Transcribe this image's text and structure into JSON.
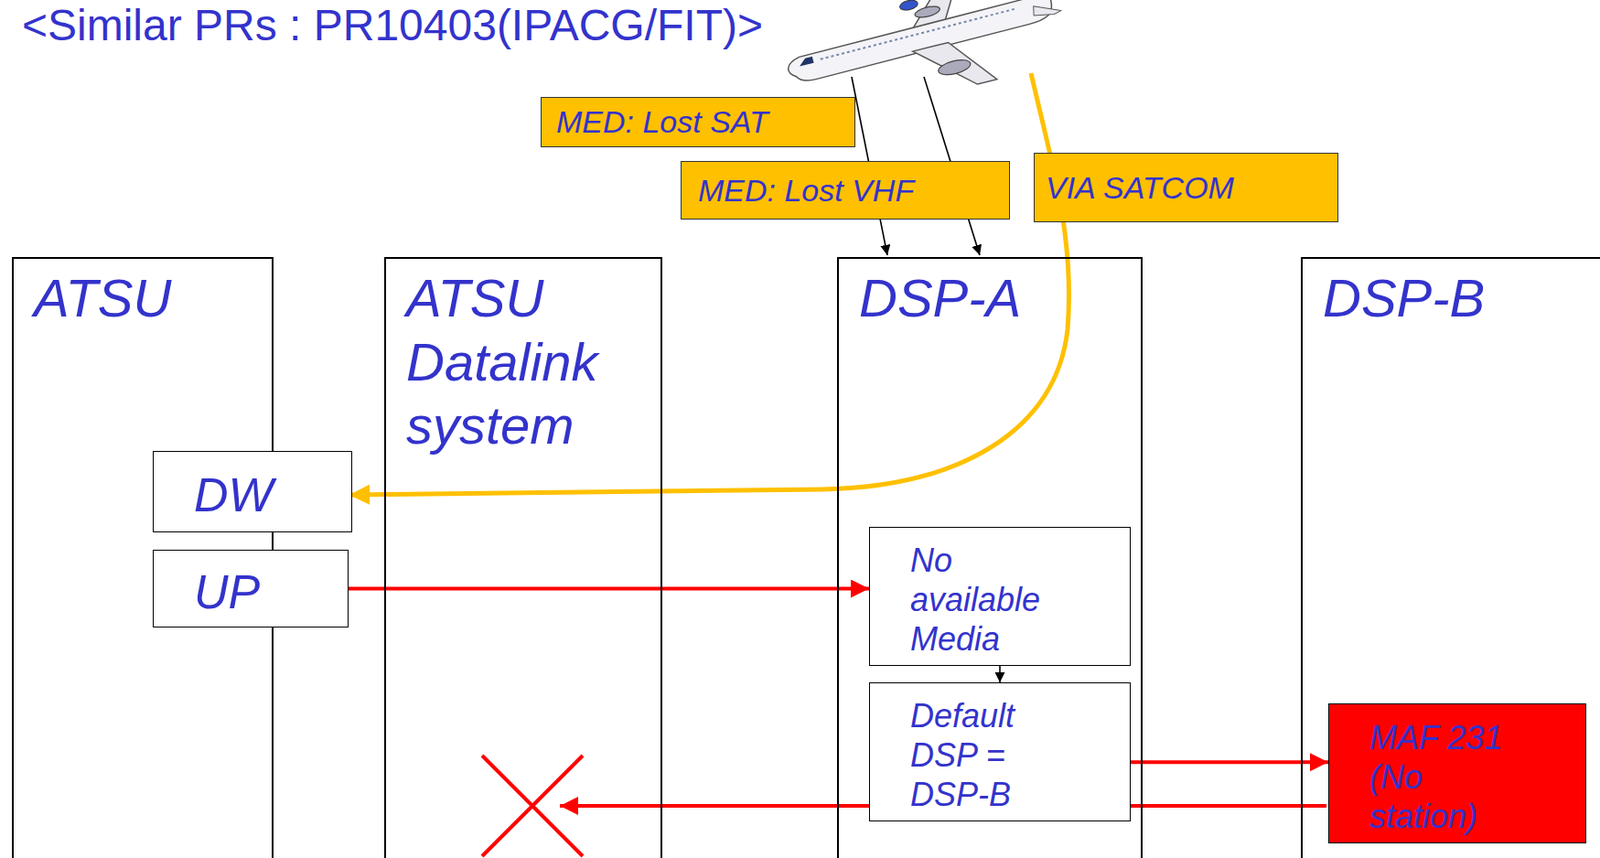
{
  "diagram": {
    "title": "<Similar PRs : PR10403(IPACG/FIT)>",
    "nodes": [
      {
        "text": [
          "MED: Lost SAT"
        ]
      },
      {
        "text": [
          "MED: Lost VHF"
        ]
      },
      {
        "text": [
          "VIA SATCOM"
        ]
      },
      {
        "text": [
          "ATSU"
        ]
      },
      {
        "text": [
          "ATSU Datalink system"
        ]
      },
      {
        "text": [
          "DSP-A"
        ]
      },
      {
        "text": [
          "DSP-B"
        ]
      },
      {
        "text": [
          "DW"
        ],
        "in": 3
      },
      {
        "text": [
          "UP"
        ],
        "in": 3
      },
      {
        "text": [
          "No available Media"
        ],
        "in": 5
      },
      {
        "text": [
          "Default DSP = DSP-B"
        ],
        "in": 5
      },
      {
        "text": [
          "MAF 231 (No station)"
        ],
        "in": 6
      }
    ],
    "edges": [
      {
        "from": 8,
        "to": 9,
        "arrow": "to"
      },
      {
        "from": 9,
        "to": 10,
        "arrow": "to"
      },
      {
        "from": 10,
        "to": 11,
        "arrow": "to"
      }
    ]
  }
}
